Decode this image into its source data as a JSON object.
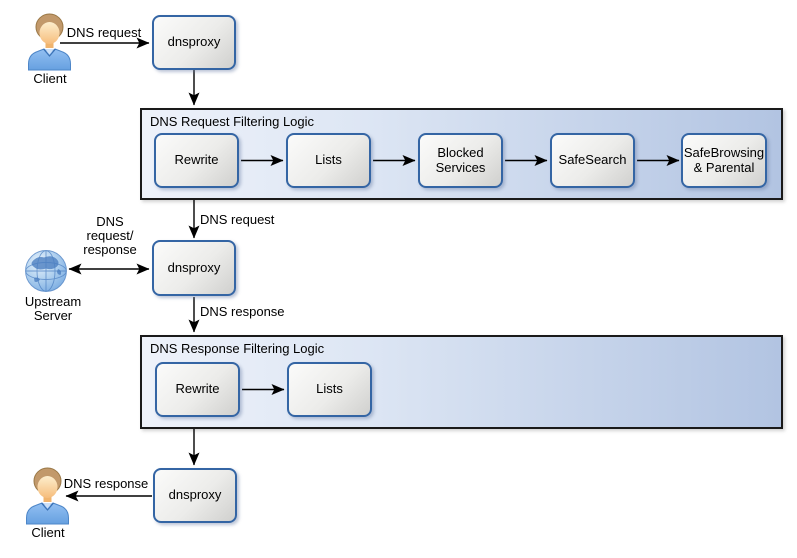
{
  "actors": {
    "client_top": {
      "label": "Client"
    },
    "upstream_server": {
      "label": "Upstream\nServer"
    },
    "client_bottom": {
      "label": "Client"
    }
  },
  "proxy_nodes": {
    "ingress": {
      "label": "dnsproxy"
    },
    "core": {
      "label": "dnsproxy"
    },
    "egress": {
      "label": "dnsproxy"
    }
  },
  "filter_containers": {
    "request": {
      "title": "DNS Request Filtering Logic",
      "steps": [
        {
          "label": "Rewrite"
        },
        {
          "label": "Lists"
        },
        {
          "label": "Blocked Services"
        },
        {
          "label": "SafeSearch"
        },
        {
          "label": "SafeBrowsing & Parental"
        }
      ]
    },
    "response": {
      "title": "DNS Response Filtering Logic",
      "steps": [
        {
          "label": "Rewrite"
        },
        {
          "label": "Lists"
        }
      ]
    }
  },
  "edge_labels": {
    "client_to_ingress": "DNS request",
    "request_chain_to_core": "DNS request",
    "core_upstream_exchange": "DNS\nrequest/\nresponse",
    "core_to_response_chain": "DNS response",
    "egress_to_client": "DNS response"
  },
  "icons": {
    "client_top": "user-icon",
    "upstream_server": "globe-icon",
    "client_bottom": "user-icon"
  },
  "colors": {
    "node_border": "#3465a4",
    "node_fill_light": "#fbfbfa",
    "node_fill_dark": "#d0d0ce",
    "container_border": "#1a1a1a",
    "container_gradient_left": "#eef2fa",
    "container_gradient_right": "#b2c4e2",
    "arrow": "#000000",
    "text": "#000000",
    "background": "#ffffff"
  }
}
